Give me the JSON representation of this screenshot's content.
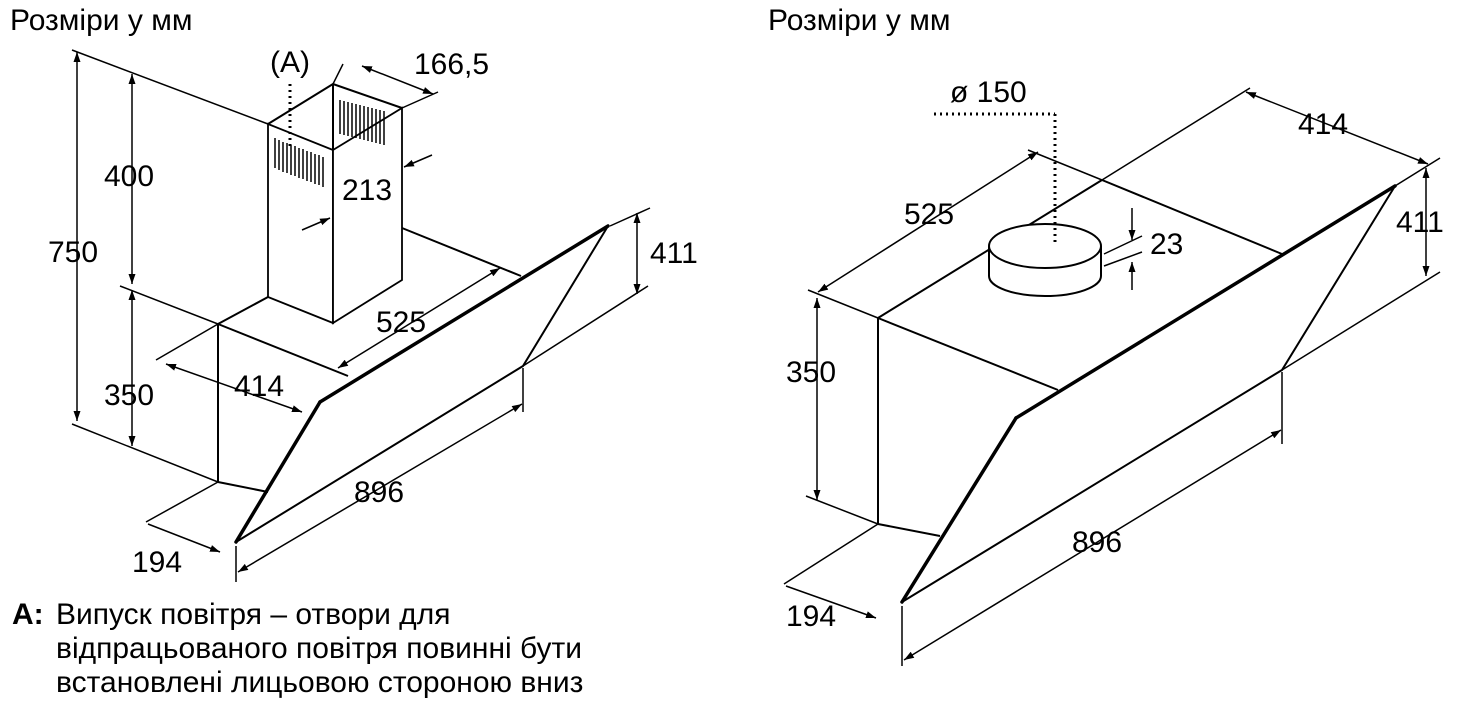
{
  "left_view": {
    "heading": "Розміри у мм",
    "callout": "(A)",
    "dims": {
      "d166": "166,5",
      "d400": "400",
      "d750": "750",
      "d213": "213",
      "d411": "411",
      "d525": "525",
      "d350": "350",
      "d414": "414",
      "d896": "896",
      "d194": "194"
    }
  },
  "right_view": {
    "heading": "Розміри у мм",
    "dims": {
      "d150": "ø 150",
      "d414": "414",
      "d525": "525",
      "d411": "411",
      "d23": "23",
      "d350": "350",
      "d896": "896",
      "d194": "194"
    }
  },
  "note": {
    "label": "A:",
    "line1": "Випуск повітря – отвори для",
    "line2": "відпрацьованого повітря повинні бути",
    "line3": "встановлені лицьовою стороною вниз"
  }
}
